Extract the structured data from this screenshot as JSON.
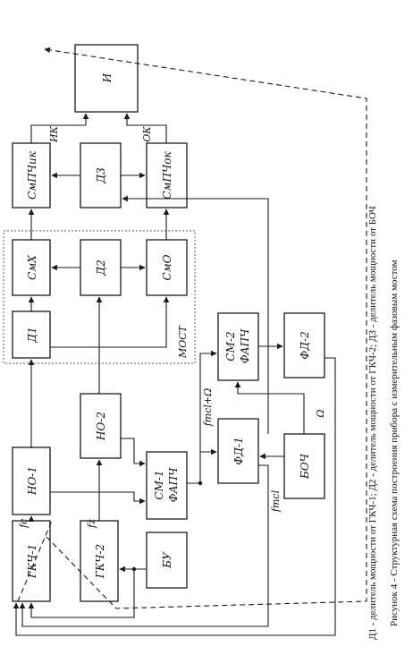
{
  "figure": {
    "blocks": {
      "gkch1": "ГКЧ-1",
      "gkch2": "ГКЧ-2",
      "bu": "БУ",
      "no1": "НО-1",
      "no2": "НО-2",
      "cm1_line1": "СМ-1",
      "cm1_line2": "ФАПЧ",
      "fd1": "ФД-1",
      "boch": "БОЧ",
      "cm2_line1": "СМ-2",
      "cm2_line2": "ФАПЧ",
      "fd2": "ФД-2",
      "d1": "Д1",
      "d2": "Д2",
      "d3": "Д3",
      "smx": "СмХ",
      "smo": "СмО",
      "smlchik": "СмПЧик",
      "smlchok": "СмПЧок",
      "indicator": "И"
    },
    "labels": {
      "most": "МОСТ",
      "ik": "ИК",
      "ok": "ОК",
      "fc": "fc",
      "fz": "fz",
      "fmcl": "fmcl",
      "fmcl_omega": "fmcl+Ω",
      "omega": "Ω"
    },
    "caption": {
      "title": "Рисунок 4 - Структурная схема построения прибора с измерительным фазовым мостом",
      "legend": "Д1 - делитель мощности  от ГКЧ-1; Д2 - делитель мощности  от ГКЧ-2; Д3 - делитель мощности  от БОЧ"
    }
  }
}
